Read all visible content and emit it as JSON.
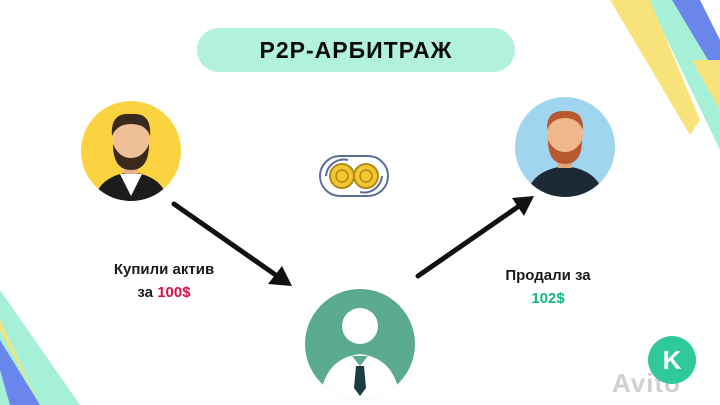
{
  "title": "P2P-АРБИТРАЖ",
  "buyer_caption": {
    "line1": "Купили актив",
    "line2_prefix": "за ",
    "amount": "100$"
  },
  "seller_caption": {
    "line1": "Продали за",
    "amount": "102$"
  },
  "logo_letter": "K",
  "watermark": "Avito",
  "colors": {
    "title_pill": "#b2f2dc",
    "buy_amount": "#d8124a",
    "sell_amount": "#14b87a",
    "middle_avatar": "#5aaa91",
    "arrow": "#111111"
  },
  "icons": [
    "buyer-avatar-icon",
    "seller-avatar-icon",
    "middleman-avatar-icon",
    "coin-exchange-icon",
    "arrow-icon"
  ]
}
